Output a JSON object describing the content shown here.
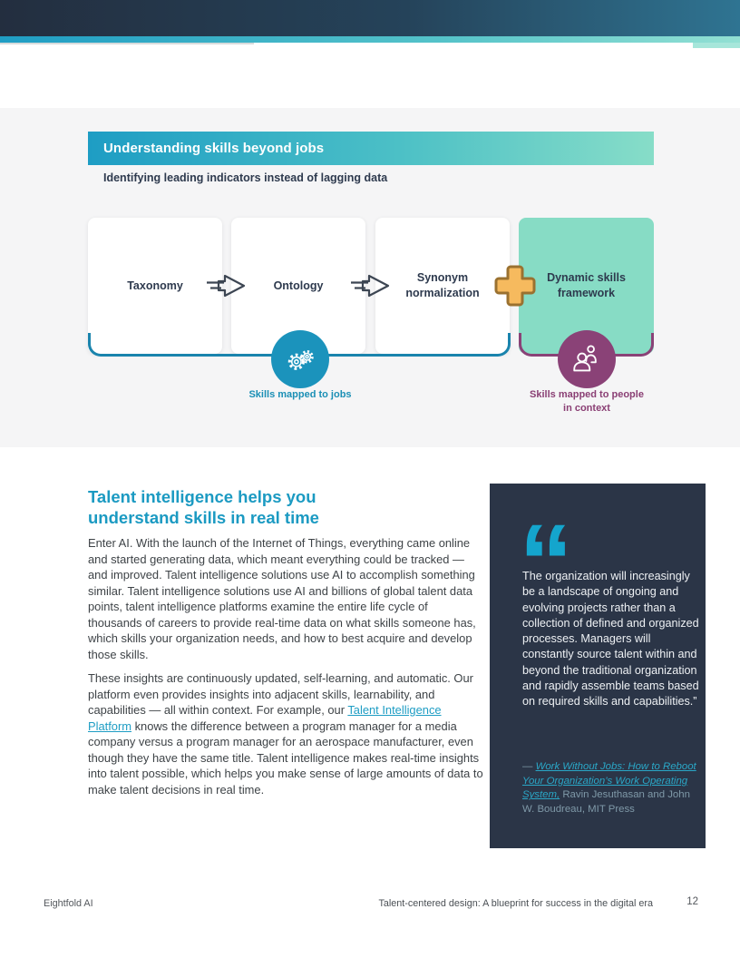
{
  "infographic": {
    "title": "Understanding skills beyond jobs",
    "subtitle": "Identifying leading indicators instead of lagging data",
    "steps": [
      {
        "label": "Taxonomy"
      },
      {
        "label": "Ontology"
      },
      {
        "label": "Synonym normalization"
      },
      {
        "label": "Dynamic skills framework"
      }
    ],
    "jobs_caption": "Skills mapped to jobs",
    "people_caption": "Skills mapped to people in context"
  },
  "article": {
    "heading_line1": "Talent intelligence helps you",
    "heading_line2": "understand skills in real time",
    "para1": "Enter AI. With the launch of the Internet of Things, everything came online and started generating data, which meant everything could be tracked — and improved. Talent intelligence solutions use AI to accomplish something similar. Talent intelligence solutions use AI and billions of global talent data points, talent intelligence platforms examine the entire life cycle of thousands of careers to provide real-time data on what skills someone has, which skills your organization needs, and how to best acquire and develop those skills.",
    "para2_before_link": "These insights are continuously updated, self-learning, and automatic. Our platform even provides insights into adjacent skills, learnability, and capabilities — all within context. For example, our ",
    "para2_link": "Talent Intelligence Platform",
    "para2_after_link": " knows the difference between a program manager for a media company versus a program manager for an aerospace manufacturer, even though they have the same title. Talent intelligence makes real-time insights into talent possible, which helps you make sense of large amounts of data to make talent decisions in real time."
  },
  "quote": {
    "mark": "“",
    "text": "The organization will increasingly be a landscape of ongoing and evolving projects rather than a collection of defined and organized processes. Managers will constantly source talent within and beyond the traditional organization and rapidly assemble teams based on required skills and capabilities.”",
    "citation_dash": "— ",
    "citation_link": "Work Without Jobs: How to Reboot Your Organization’s Work Operating System,",
    "citation_rest": " Ravin Jesuthasan and John W. Boudreau, MIT Press"
  },
  "footer": {
    "company": "Eightfold AI",
    "document_title": "Talent-centered design: A blueprint for success in the digital era",
    "page_number": "12"
  },
  "colors": {
    "banner_gradient_start": "#1e9dc4",
    "banner_gradient_end": "#87ddc8",
    "topbar_navy": "#232e3f",
    "accent_teal": "#1b9ac2",
    "accent_purple": "#8a4277",
    "mint_card": "#87dcc5",
    "plus_orange": "#f6ba5e",
    "quote_box_navy": "#2b3547",
    "body_text": "#3e4347"
  }
}
